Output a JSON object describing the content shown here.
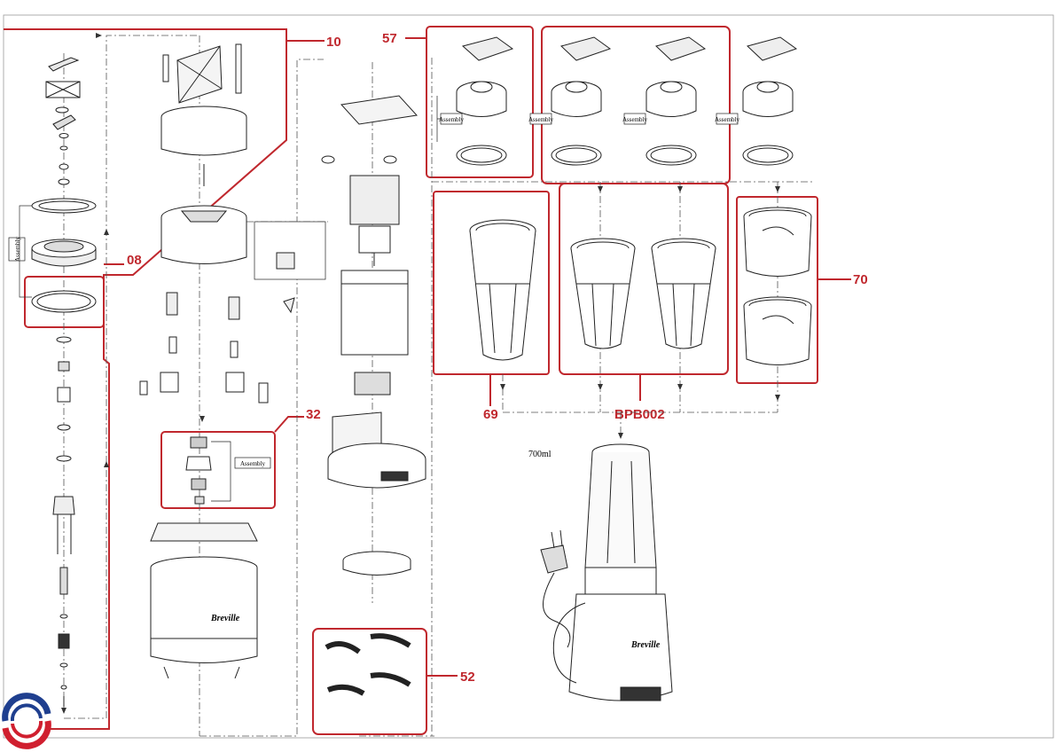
{
  "callouts": {
    "c10": "10",
    "c57": "57",
    "c08": "08",
    "c32": "32",
    "c69": "69",
    "bpb": "BPB002",
    "c70": "70",
    "c52": "52"
  },
  "assembly_labels": {
    "a1": "Assembly",
    "a2": "Assembly",
    "a3": "Assembly",
    "a4": "Assembly",
    "a5": "Assembly",
    "a6": "Assembly"
  },
  "capacity_label": "700ml",
  "brand_text": "Breville",
  "colors": {
    "callout_red": "#c0282e",
    "line": "#222222",
    "logo_blue": "#1f3f8f",
    "logo_red": "#d01f2f"
  }
}
